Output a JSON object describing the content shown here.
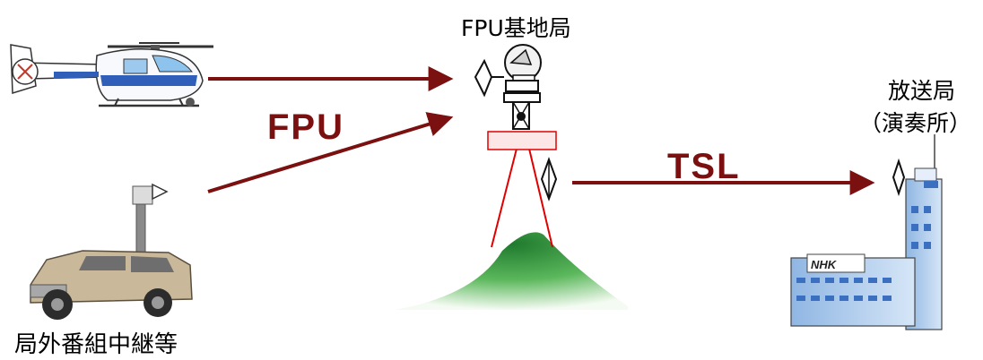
{
  "labels": {
    "fpu_base_station": "FPU基地局",
    "broadcast_station": "放送局",
    "studio": "（演奏所）",
    "outside_relay": "局外番組中継等",
    "fpu_link": "FPU",
    "tsl_link": "TSL"
  },
  "building_sign": "NHK",
  "colors": {
    "link_arrow": "#7b1010",
    "link_text": "#7b1010",
    "mountain": "#5aaa5a",
    "mast_line": "#e00000",
    "platform_fill": "#fde6e6",
    "platform_border": "#e00000",
    "building_windows": "#3b6fc0",
    "building_body": "#b9d2ee"
  },
  "icons": [
    "helicopter-icon",
    "vehicle-icon",
    "relay-tower-icon",
    "parabolic-antenna-icon",
    "broadcast-building-icon",
    "mountain-icon"
  ]
}
